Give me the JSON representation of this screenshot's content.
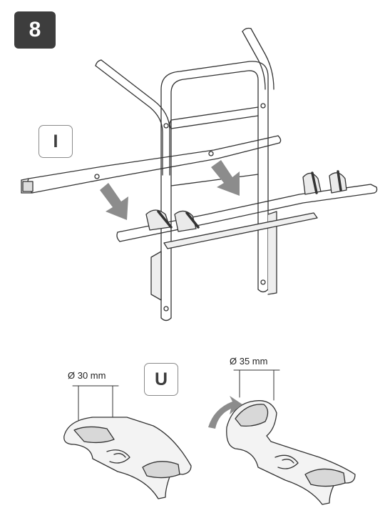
{
  "step_number": "8",
  "labels": {
    "rail_part": "I",
    "holder_part": "U"
  },
  "dimensions": {
    "small": "Ø 30 mm",
    "large": "Ø 35 mm"
  },
  "colors": {
    "badge": "#3d3d3d",
    "arrow": "#8c8c8c",
    "line": "#333333",
    "fill": "#e6e6e6"
  }
}
